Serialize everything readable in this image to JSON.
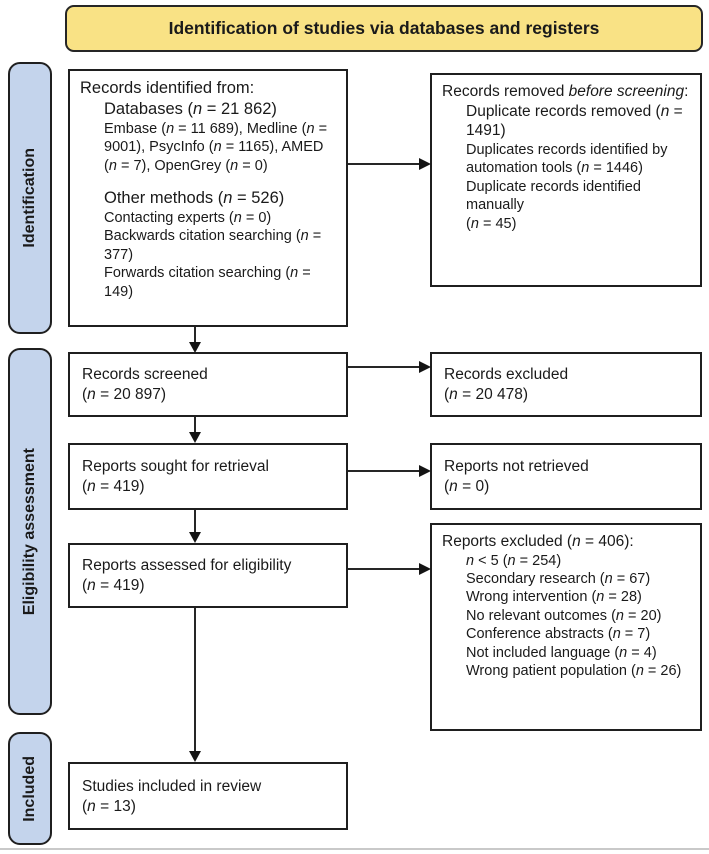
{
  "title": "Identification of studies via databases and registers",
  "sidebar": {
    "identification": "Identification",
    "eligibility": "Eligibility assessment",
    "included": "Included"
  },
  "boxes": {
    "records_identified": {
      "lines": [
        {
          "text": "Records identified from:",
          "size": "lg",
          "indent": 0
        },
        {
          "text": "Databases (*n* = 21 862)",
          "size": "lg",
          "indent": 1
        },
        {
          "text": "Embase (*n* = 11 689), Medline (*n* = 9001), PsycInfo (*n* = 1165), AMED (*n* = 7), OpenGrey (*n* = 0)",
          "size": "sm",
          "indent": 1
        },
        {
          "text": "",
          "size": "sm",
          "indent": 0,
          "spacer": true
        },
        {
          "text": "Other methods (*n* = 526)",
          "size": "lg",
          "indent": 1
        },
        {
          "text": "Contacting experts (*n* = 0)",
          "size": "sm",
          "indent": 1
        },
        {
          "text": "Backwards citation searching (*n* = 377)",
          "size": "sm",
          "indent": 1
        },
        {
          "text": "Forwards citation searching (*n* = 149)",
          "size": "sm",
          "indent": 1
        }
      ]
    },
    "records_removed": {
      "lines": [
        {
          "text": "Records removed *before screening*:",
          "size": "md",
          "indent": 0
        },
        {
          "text": "Duplicate records removed (*n* = 1491)",
          "size": "md",
          "indent": 1
        },
        {
          "text": "Duplicates records identified by automation tools (*n* = 1446)",
          "size": "sm",
          "indent": 1
        },
        {
          "text": "Duplicate records identified manually",
          "size": "sm",
          "indent": 1
        },
        {
          "text": "(*n* = 45)",
          "size": "sm",
          "indent": 1
        }
      ]
    },
    "records_screened": {
      "lines": [
        {
          "text": "Records screened",
          "size": "md",
          "indent": 0
        },
        {
          "text": "(*n* = 20 897)",
          "size": "md",
          "indent": 0
        }
      ]
    },
    "records_excluded": {
      "lines": [
        {
          "text": "Records excluded",
          "size": "md",
          "indent": 0
        },
        {
          "text": "(*n* = 20 478)",
          "size": "md",
          "indent": 0
        }
      ]
    },
    "reports_sought": {
      "lines": [
        {
          "text": "Reports sought for retrieval",
          "size": "md",
          "indent": 0
        },
        {
          "text": "(*n* = 419)",
          "size": "md",
          "indent": 0
        }
      ]
    },
    "reports_not_retrieved": {
      "lines": [
        {
          "text": "Reports not retrieved",
          "size": "md",
          "indent": 0
        },
        {
          "text": "(*n* = 0)",
          "size": "md",
          "indent": 0
        }
      ]
    },
    "reports_assessed": {
      "lines": [
        {
          "text": "Reports assessed for eligibility",
          "size": "md",
          "indent": 0
        },
        {
          "text": "(*n* = 419)",
          "size": "md",
          "indent": 0
        }
      ]
    },
    "reports_excluded": {
      "lines": [
        {
          "text": "Reports excluded (*n* = 406):",
          "size": "md",
          "indent": 0
        },
        {
          "text": "*n* < 5 (*n* = 254)",
          "size": "sm",
          "indent": 1
        },
        {
          "text": "Secondary research (*n* = 67)",
          "size": "sm",
          "indent": 1
        },
        {
          "text": "Wrong intervention (*n* = 28)",
          "size": "sm",
          "indent": 1
        },
        {
          "text": "No relevant outcomes (*n* = 20)",
          "size": "sm",
          "indent": 1
        },
        {
          "text": "Conference abstracts (*n* = 7)",
          "size": "sm",
          "indent": 1
        },
        {
          "text": "Not included language (*n* = 4)",
          "size": "sm",
          "indent": 1
        },
        {
          "text": "Wrong patient population (*n* = 26)",
          "size": "sm",
          "indent": 1
        }
      ]
    },
    "studies_included": {
      "lines": [
        {
          "text": "Studies included in review",
          "size": "md",
          "indent": 0
        },
        {
          "text": "(*n* = 13)",
          "size": "md",
          "indent": 0
        }
      ]
    }
  },
  "colors": {
    "band_yellow": "#F9E285",
    "band_blue": "#C4D4EC",
    "box_border": "#1F1F1F",
    "text": "#1A1A1A"
  }
}
